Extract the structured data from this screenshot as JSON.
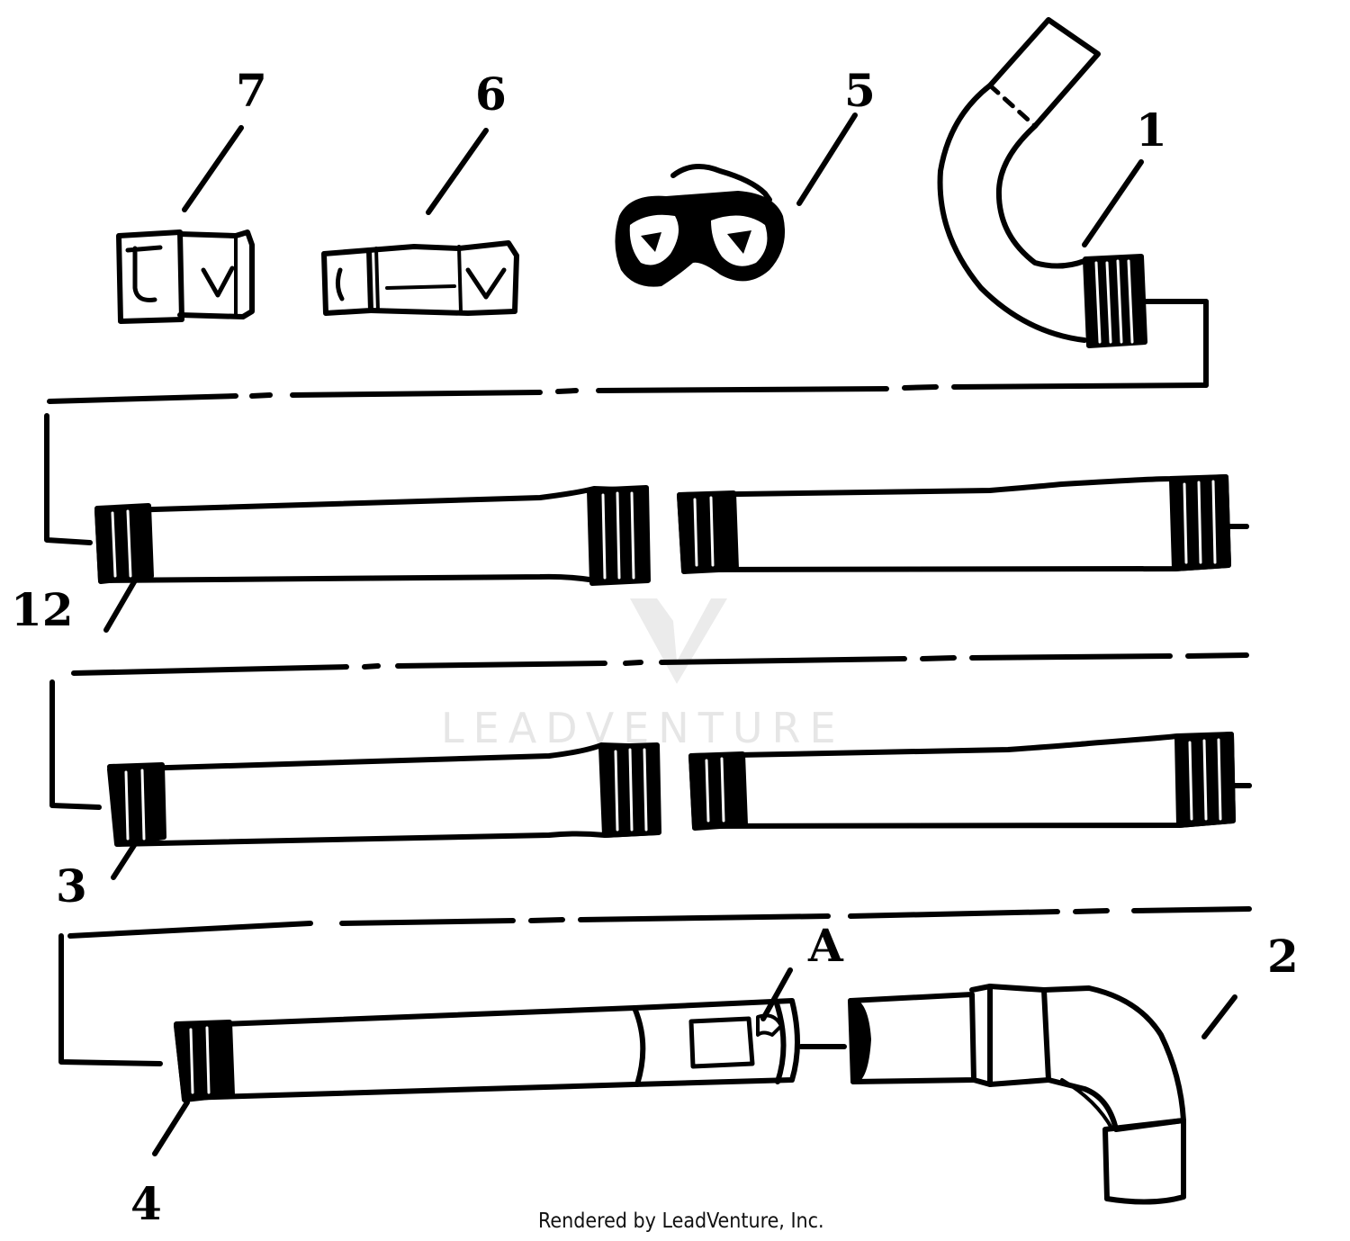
{
  "watermark": {
    "text": "LEADVENTURE",
    "color": "#e6e6e6"
  },
  "credit": "Rendered by LeadVenture, Inc.",
  "callouts": [
    {
      "id": "7",
      "part": "tool-7"
    },
    {
      "id": "6",
      "part": "tool-6"
    },
    {
      "id": "5",
      "part": "safety-goggles"
    },
    {
      "id": "1",
      "part": "curved-pipe"
    },
    {
      "id": "12",
      "part": "extension-tube-upper"
    },
    {
      "id": "3",
      "part": "extension-tube-middle"
    },
    {
      "id": "A",
      "part": "tube-slot"
    },
    {
      "id": "2",
      "part": "elbow-nozzle"
    },
    {
      "id": "4",
      "part": "lower-tube"
    }
  ],
  "colors": {
    "ink": "#000000",
    "background": "#ffffff"
  }
}
